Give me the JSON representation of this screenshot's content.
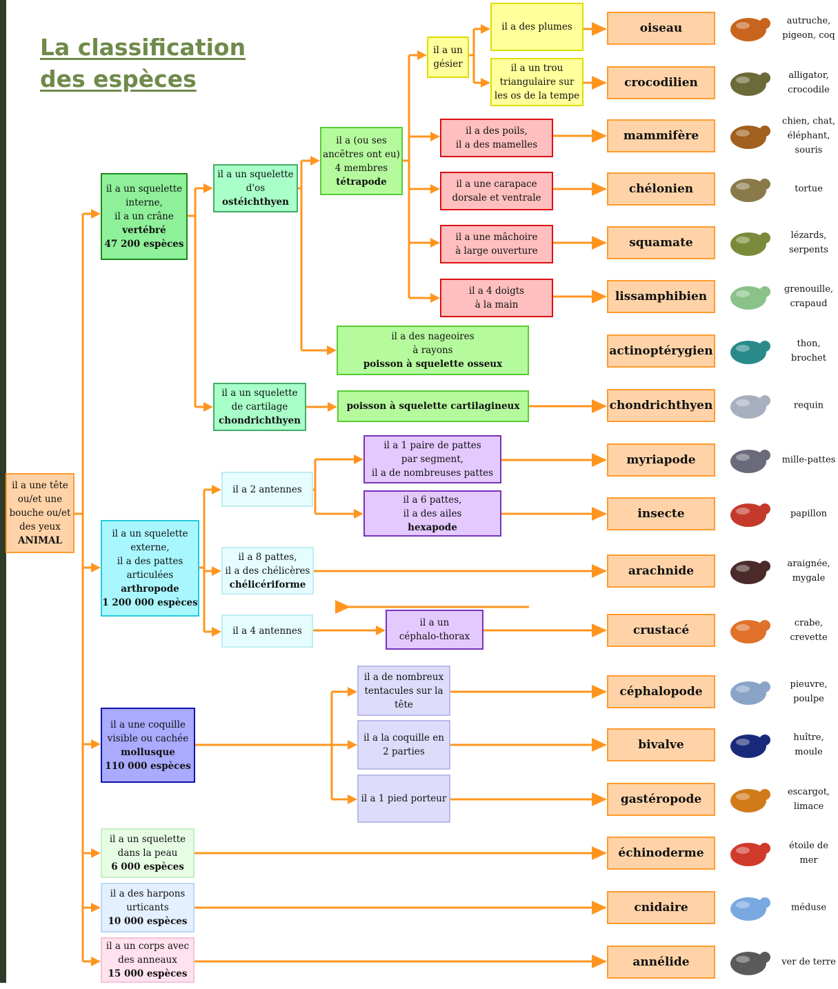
{
  "title": {
    "line1": "La classification",
    "line2": "des espèces"
  },
  "root": {
    "l1": "il a une tête",
    "l2": "ou/et une",
    "l3": "bouche ou/et",
    "l4": "des yeux",
    "l5": "ANIMAL"
  },
  "vertebre": {
    "l1": "il a un squelette",
    "l2": "interne,",
    "l3": "il a un crâne",
    "l4": "vertébré",
    "l5": "47 200 espèces"
  },
  "osteichthyen": {
    "l1": "il a un squelette",
    "l2": "d'os",
    "l3": "ostéichthyen"
  },
  "chondrichthyen_box": {
    "l1": "il a un squelette",
    "l2": "de cartilage",
    "l3": "chondrichthyen"
  },
  "tetrapode": {
    "l1": "il a (ou ses",
    "l2": "ancêtres ont eu)",
    "l3": "4 membres",
    "l4": "tétrapode"
  },
  "gesier": {
    "l1": "il a un",
    "l2": "gésier"
  },
  "plumes": {
    "l1": "il a des plumes"
  },
  "trou": {
    "l1": "il a un trou",
    "l2": "triangulaire sur",
    "l3": "les os de la tempe"
  },
  "poils": {
    "l1": "il a des poils,",
    "l2": "il a des mamelles"
  },
  "carapace": {
    "l1": "il a une carapace",
    "l2": "dorsale et ventrale"
  },
  "machoire": {
    "l1": "il a une mâchoire",
    "l2": "à large ouverture"
  },
  "doigts": {
    "l1": "il a 4 doigts",
    "l2": "à la main"
  },
  "nageoires": {
    "l1": "il a des nageoires",
    "l2": "à rayons",
    "l3": "poisson à squelette osseux"
  },
  "cartilagineux": {
    "l1": "poisson à squelette cartilagineux"
  },
  "arthropode": {
    "l1": "il a un squelette",
    "l2": "externe,",
    "l3": "il a des pattes",
    "l4": "articulées",
    "l5": "arthropode",
    "l6": "1 200 000 espèces"
  },
  "antennes2": {
    "l1": "il a 2 antennes"
  },
  "paire": {
    "l1": "il a 1 paire de pattes",
    "l2": "par segment,",
    "l3": "il a de nombreuses pattes"
  },
  "hexapode": {
    "l1": "il a 6 pattes,",
    "l2": "il a des ailes",
    "l3": "hexapode"
  },
  "chelicere": {
    "l1": "il a 8 pattes,",
    "l2": "il a des chélicères",
    "l3": "chélicériforme"
  },
  "antennes4": {
    "l1": "il a 4 antennes"
  },
  "cephalothorax": {
    "l1": "il a un",
    "l2": "céphalo-thorax"
  },
  "mollusque": {
    "l1": "il a une coquille",
    "l2": "visible ou cachée",
    "l3": "mollusque",
    "l4": "110 000 espèces"
  },
  "tentacules": {
    "l1": "il a de nombreux",
    "l2": "tentacules sur la",
    "l3": "tête"
  },
  "coquille2": {
    "l1": "il a la coquille en",
    "l2": "2 parties"
  },
  "pied": {
    "l1": "il a 1 pied porteur"
  },
  "echino_box": {
    "l1": "il a un squelette",
    "l2": "dans la peau",
    "l3": "6 000 espèces"
  },
  "harpons": {
    "l1": "il a des harpons",
    "l2": "urticants",
    "l3": "10 000 espèces"
  },
  "anneaux": {
    "l1": "il a un corps avec",
    "l2": "des anneaux",
    "l3": "15 000 espèces"
  },
  "groups": [
    {
      "name": "oiseau",
      "ex1": "autruche,",
      "ex2": "pigeon, coq",
      "icon": "rooster-icon",
      "color": "#c8641e"
    },
    {
      "name": "crocodilien",
      "ex1": "alligator,",
      "ex2": "crocodile",
      "icon": "crocodile-icon",
      "color": "#6b6b3a"
    },
    {
      "name": "mammifère",
      "ex1": "chien, chat,",
      "ex2": "éléphant,",
      "ex3": "souris",
      "icon": "dog-icon",
      "color": "#a0601e"
    },
    {
      "name": "chélonien",
      "ex1": "tortue",
      "icon": "tortoise-icon",
      "color": "#8a7a4a"
    },
    {
      "name": "squamate",
      "ex1": "lézards,",
      "ex2": "serpents",
      "icon": "lizard-icon",
      "color": "#7a8a3a"
    },
    {
      "name": "lissamphibien",
      "ex1": "grenouille,",
      "ex2": "crapaud",
      "icon": "frog-icon",
      "color": "#8ac28a"
    },
    {
      "name": "actinoptérygien",
      "ex1": "thon,",
      "ex2": "brochet",
      "icon": "fish-icon",
      "color": "#2a8a8a"
    },
    {
      "name": "chondrichthyen",
      "ex1": "requin",
      "icon": "shark-icon",
      "color": "#a8b0c0"
    },
    {
      "name": "myriapode",
      "ex1": "mille-pattes",
      "icon": "millipede-icon",
      "color": "#6a6a7a"
    },
    {
      "name": "insecte",
      "ex1": "papillon",
      "icon": "butterfly-icon",
      "color": "#c43a2a"
    },
    {
      "name": "arachnide",
      "ex1": "araignée,",
      "ex2": "mygale",
      "icon": "spider-icon",
      "color": "#4a2a2a"
    },
    {
      "name": "crustacé",
      "ex1": "crabe,",
      "ex2": "crevette",
      "icon": "crab-icon",
      "color": "#e0702a"
    },
    {
      "name": "céphalopode",
      "ex1": "pieuvre,",
      "ex2": "poulpe",
      "icon": "octopus-icon",
      "color": "#8aa4c8"
    },
    {
      "name": "bivalve",
      "ex1": "huître,",
      "ex2": "moule",
      "icon": "mussel-icon",
      "color": "#1a2a7a"
    },
    {
      "name": "gastéropode",
      "ex1": "escargot,",
      "ex2": "limace",
      "icon": "snail-icon",
      "color": "#d07a1a"
    },
    {
      "name": "échinoderme",
      "ex1": "étoile de",
      "ex2": "mer",
      "icon": "starfish-icon",
      "color": "#d03a2a"
    },
    {
      "name": "cnidaire",
      "ex1": "méduse",
      "icon": "jellyfish-icon",
      "color": "#7aa8e0"
    },
    {
      "name": "annélide",
      "ex1": "ver de terre",
      "icon": "worm-icon",
      "color": "#5a5a5a"
    }
  ]
}
